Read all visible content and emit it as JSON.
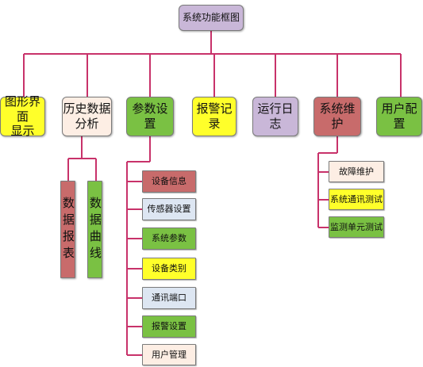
{
  "colors": {
    "line": "#c8326a",
    "lilac": "#c9b7d8",
    "yellow": "#ffff2a",
    "cream": "#fdeee4",
    "green": "#7ac143",
    "rose": "#c86b6b",
    "lightblue": "#dde6f2"
  },
  "root": {
    "label": "系统功能框图"
  },
  "level1": [
    {
      "label": "图形界面\n显示",
      "color": "yellow"
    },
    {
      "label": "历史数据\n分析",
      "color": "cream"
    },
    {
      "label": "参数设置",
      "color": "green"
    },
    {
      "label": "报警记录",
      "color": "yellow"
    },
    {
      "label": "运行日志",
      "color": "lilac"
    },
    {
      "label": "系统维护",
      "color": "rose"
    },
    {
      "label": "用户配置",
      "color": "green"
    }
  ],
  "history_children": [
    {
      "label": "数据报表",
      "color": "rose"
    },
    {
      "label": "数据曲线",
      "color": "green"
    }
  ],
  "param_children": [
    {
      "label": "设备信息",
      "color": "rose"
    },
    {
      "label": "传感器设置",
      "color": "lightblue"
    },
    {
      "label": "系统参数",
      "color": "green"
    },
    {
      "label": "设备类别",
      "color": "yellow"
    },
    {
      "label": "通讯端口",
      "color": "lightblue"
    },
    {
      "label": "报警设置",
      "color": "green"
    },
    {
      "label": "用户管理",
      "color": "cream"
    }
  ],
  "maint_children": [
    {
      "label": "故障维护",
      "color": "cream"
    },
    {
      "label": "系统通讯测试",
      "color": "yellow"
    },
    {
      "label": "监测单元测试",
      "color": "green"
    }
  ]
}
